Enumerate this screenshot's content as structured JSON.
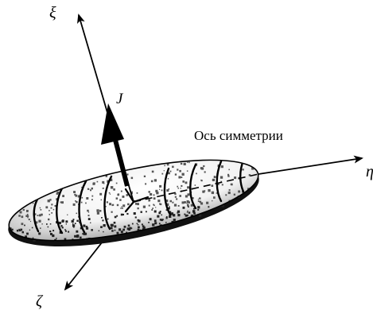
{
  "labels": {
    "xi": "ξ",
    "eta": "η",
    "zeta": "ζ",
    "J": "J",
    "symmetry_axis": "Ось симметрии"
  },
  "colors": {
    "ink": "#000000",
    "paper": "#ffffff"
  }
}
